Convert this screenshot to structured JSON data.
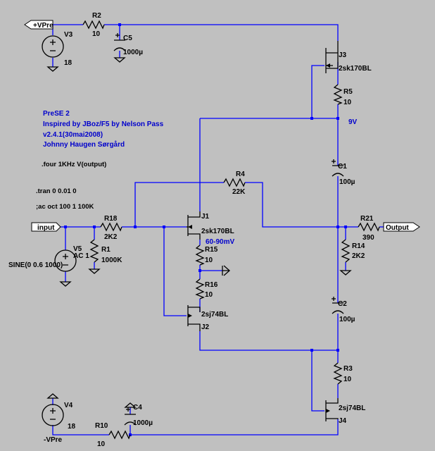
{
  "colors": {
    "background": "#c0c0c0",
    "wire": "#0000ff",
    "component": "#000000",
    "annotation": "#0000cc"
  },
  "ports": {
    "vpre_pos": "+VPre",
    "vpre_neg": "-VPre",
    "input": "input",
    "output": "Output"
  },
  "sources": {
    "V3": {
      "ref": "V3",
      "value": "18"
    },
    "V4": {
      "ref": "V4",
      "value": "18"
    },
    "V5": {
      "ref": "V5",
      "ac": "AC 1",
      "value": "SINE(0 0.6 1000)"
    }
  },
  "resistors": {
    "R2": {
      "ref": "R2",
      "value": "10"
    },
    "R10": {
      "ref": "R10",
      "value": "10"
    },
    "R18": {
      "ref": "R18",
      "value": "2K2"
    },
    "R1": {
      "ref": "R1",
      "value": "1000K"
    },
    "R4": {
      "ref": "R4",
      "value": "22K"
    },
    "R5": {
      "ref": "R5",
      "value": "10"
    },
    "R15": {
      "ref": "R15",
      "value": "10"
    },
    "R16": {
      "ref": "R16",
      "value": "10"
    },
    "R21": {
      "ref": "R21",
      "value": "390"
    },
    "R14": {
      "ref": "R14",
      "value": "2K2"
    },
    "R3": {
      "ref": "R3",
      "value": "10"
    }
  },
  "capacitors": {
    "C5": {
      "ref": "C5",
      "value": "1000µ"
    },
    "C4": {
      "ref": "C4",
      "value": "1000µ"
    },
    "C1": {
      "ref": "C1",
      "value": "100µ"
    },
    "C2": {
      "ref": "C2",
      "value": "100µ"
    }
  },
  "transistors": {
    "J1": {
      "ref": "J1",
      "model": "2sk170BL"
    },
    "J2": {
      "ref": "J2",
      "model": "2sj74BL"
    },
    "J3": {
      "ref": "J3",
      "model": "2sk170BL"
    },
    "J4": {
      "ref": "J4",
      "model": "2sj74BL"
    }
  },
  "annotations": {
    "bias": "60-90mV",
    "rail": "9V"
  },
  "title_block": [
    "PreSE 2",
    "Inspired by JBoz/F5 by Nelson Pass",
    "v2.4.1(30mai2008)",
    "Johnny Haugen Sørgård"
  ],
  "directives": {
    "four": ".four 1KHz V(output)",
    "tran": ".tran 0 0.01 0",
    "ac": ";ac oct 100 1 100K"
  }
}
